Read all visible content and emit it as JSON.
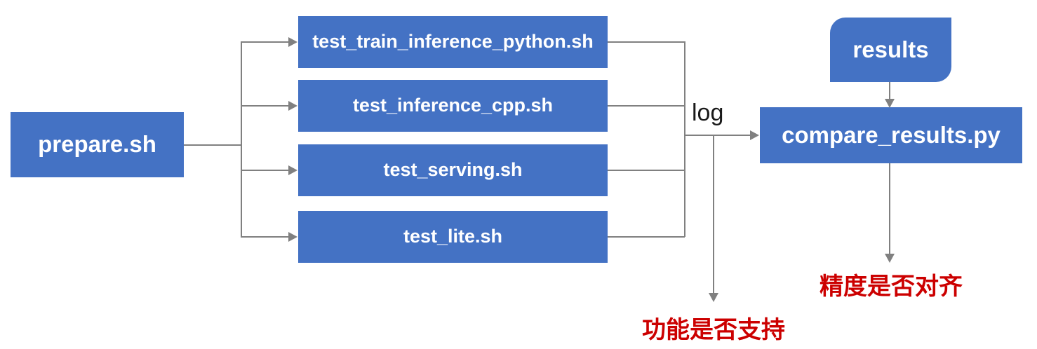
{
  "diagram": {
    "nodes": {
      "prepare": "prepare.sh",
      "tests": [
        "test_train_inference_python.sh",
        "test_inference_cpp.sh",
        "test_serving.sh",
        "test_lite.sh"
      ],
      "compare": "compare_results.py",
      "results": "results"
    },
    "labels": {
      "log": "log",
      "function_support": "功能是否支持",
      "precision_alignment": "精度是否对齐"
    },
    "colors": {
      "node_fill": "#4472C4",
      "node_text": "#FFFFFF",
      "connector": "#808080",
      "annotation_red": "#CC0000",
      "log_text": "#1A1A1A"
    }
  }
}
